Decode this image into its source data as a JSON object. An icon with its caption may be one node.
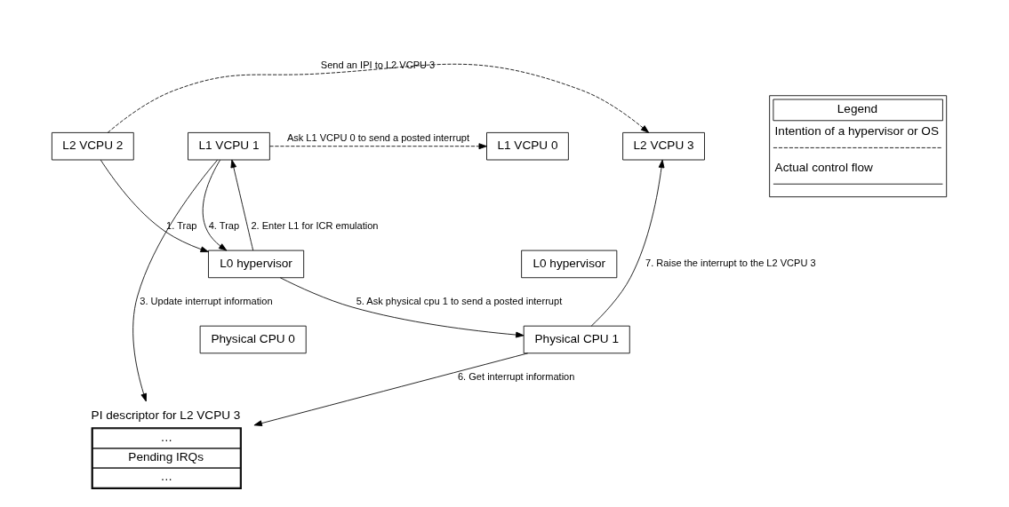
{
  "diagram": {
    "nodes": [
      {
        "text": [
          "L2 VCPU 2"
        ]
      },
      {
        "text": [
          "L1 VCPU 1"
        ]
      },
      {
        "text": [
          "L1 VCPU 0"
        ]
      },
      {
        "text": [
          "L2 VCPU 3"
        ]
      },
      {
        "text": [
          "PI descriptor for L2 VCPU 3",
          "…",
          "Pending IRQs",
          "…"
        ]
      },
      {
        "text": [
          "L0 hypervisor"
        ]
      },
      {
        "text": [
          "Physical CPU 0"
        ]
      },
      {
        "text": [
          "L0 hypervisor"
        ]
      },
      {
        "text": [
          "Physical CPU 1"
        ]
      }
    ],
    "edges": [
      {
        "from": 0,
        "to": 3,
        "arrow": "to",
        "style": "dashed",
        "label": "Send an IPI to L2 VCPU 3"
      },
      {
        "from": 1,
        "to": 2,
        "arrow": "to",
        "style": "dashed",
        "label": "Ask L1 VCPU 0 to send a posted interrupt"
      },
      {
        "from": 1,
        "to": 4,
        "arrow": "to",
        "label": "3. Update interrupt information"
      },
      {
        "from": 0,
        "to": 5,
        "arrow": "to",
        "label": "1. Trap"
      },
      {
        "from": 5,
        "to": 1,
        "arrow": "to",
        "label": "2. Enter L1 for ICR emulation"
      },
      {
        "from": 1,
        "to": 5,
        "arrow": "to",
        "label": "4. Trap"
      },
      {
        "from": 5,
        "to": 8,
        "arrow": "to",
        "label": "5. Ask physical cpu 1 to send a posted interrupt"
      },
      {
        "from": 8,
        "to": 4,
        "arrow": "to",
        "label": "6. Get interrupt information"
      },
      {
        "from": 8,
        "to": 3,
        "arrow": "to",
        "label": "7. Raise the interrupt to the L2 VCPU 3"
      }
    ],
    "labels": [
      "Legend"
    ],
    "legend": [
      {
        "text": "Intention of a hypervisor or OS"
      },
      {
        "text": "Actual control flow"
      }
    ]
  }
}
